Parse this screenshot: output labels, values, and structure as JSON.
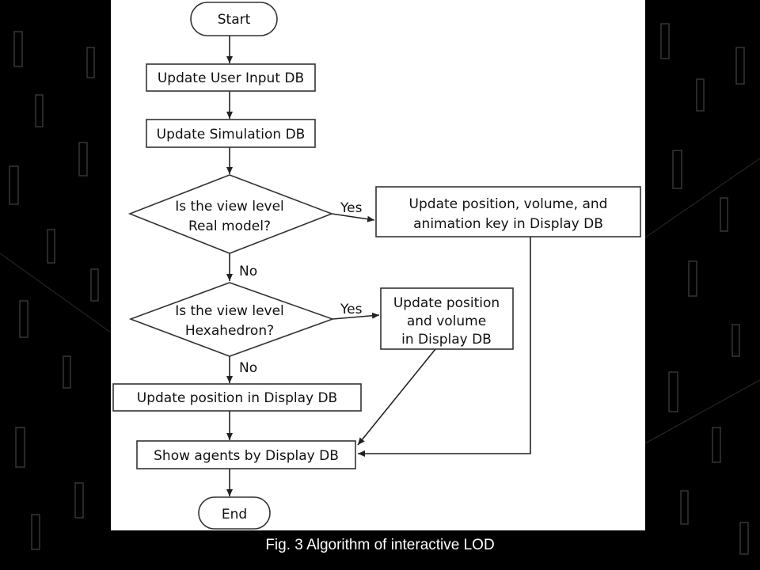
{
  "diagram": {
    "nodes": {
      "start": [
        "Start"
      ],
      "update_user_input": [
        "Update User Input DB"
      ],
      "update_simulation": [
        "Update Simulation DB"
      ],
      "decision_real_model": [
        "Is the view level",
        "Real model?"
      ],
      "update_full_display": [
        "Update position, volume, and",
        "animation key in Display DB"
      ],
      "decision_hexahedron": [
        "Is the view level",
        "Hexahedron?"
      ],
      "update_position_volume": [
        "Update position",
        "and volume",
        "in Display DB"
      ],
      "update_position_only": [
        "Update position in Display DB"
      ],
      "show_agents": [
        "Show agents by Display DB"
      ],
      "end": [
        "End"
      ]
    },
    "edge_labels": {
      "real_yes": "Yes",
      "real_no": "No",
      "hexa_yes": "Yes",
      "hexa_no": "No"
    }
  },
  "caption": "Fig. 3 Algorithm of interactive LOD"
}
